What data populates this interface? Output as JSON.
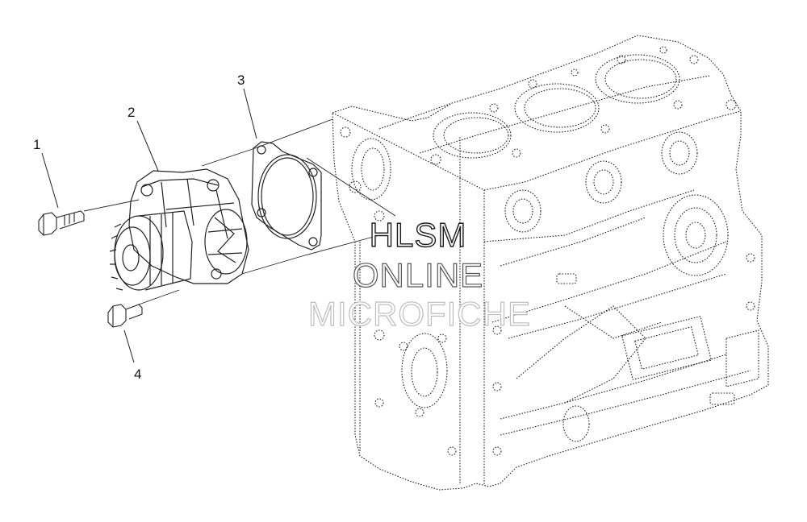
{
  "diagram": {
    "callouts": [
      {
        "id": "1",
        "label": "1"
      },
      {
        "id": "2",
        "label": "2"
      },
      {
        "id": "3",
        "label": "3"
      },
      {
        "id": "4",
        "label": "4"
      }
    ],
    "watermark": {
      "line1": "HLSM",
      "line2": "ONLINE",
      "line3": "MICROFICHE"
    },
    "colors": {
      "line": "#222222",
      "paper": "#ffffff"
    }
  }
}
